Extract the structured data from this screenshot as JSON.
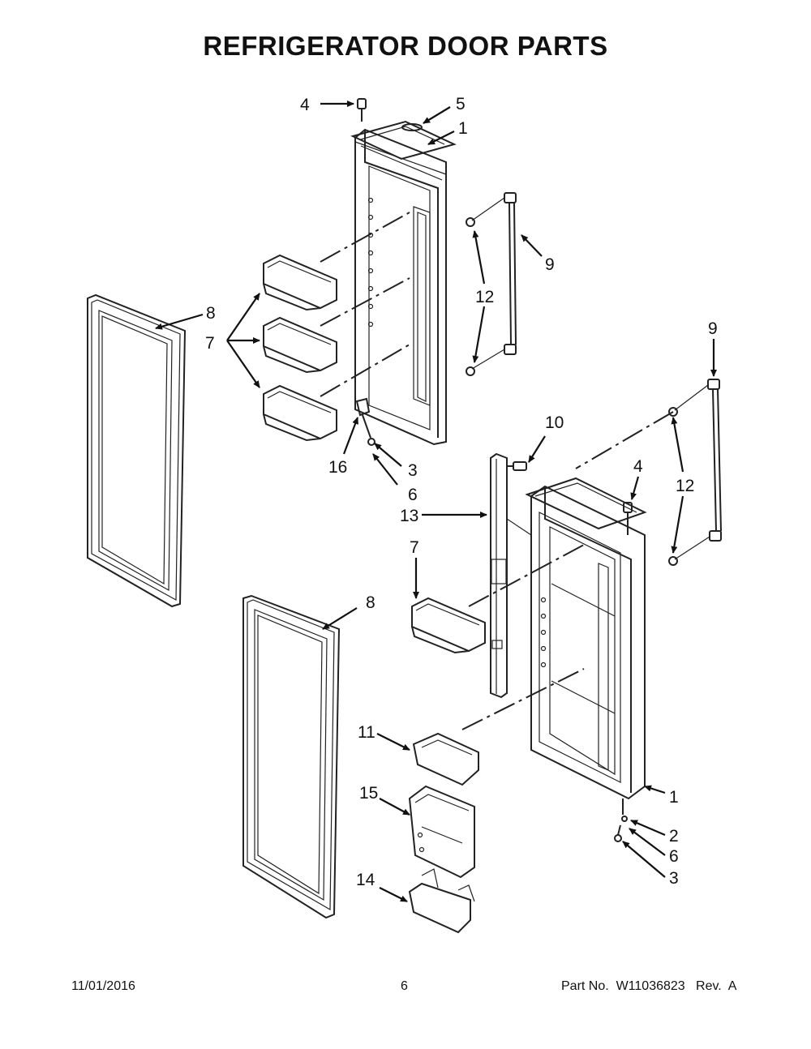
{
  "title": "REFRIGERATOR DOOR PARTS",
  "callouts": {
    "c4a": "4",
    "c5": "5",
    "c1a": "1",
    "c9a": "9",
    "c12a": "12",
    "c8a": "8",
    "c7a": "7",
    "c16": "16",
    "c3a": "3",
    "c6a": "6",
    "c9b": "9",
    "c10": "10",
    "c4b": "4",
    "c12b": "12",
    "c13": "13",
    "c7b": "7",
    "c8b": "8",
    "c11": "11",
    "c15": "15",
    "c14": "14",
    "c1b": "1",
    "c2": "2",
    "c6b": "6",
    "c3b": "3"
  },
  "footer": {
    "date": "11/01/2016",
    "page": "6",
    "part": "Part No.  W11036823   Rev.  A"
  }
}
